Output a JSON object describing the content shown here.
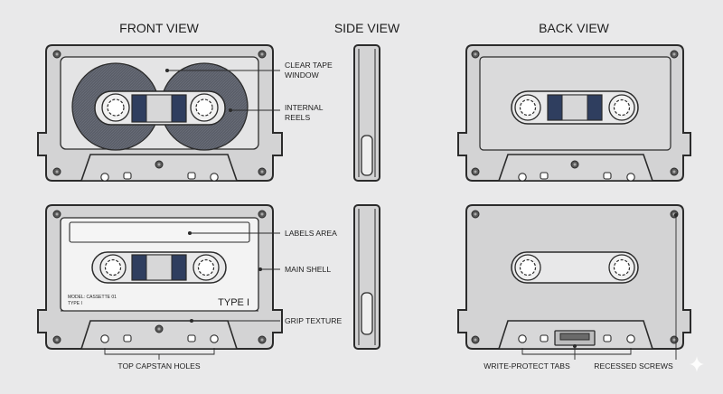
{
  "headings": {
    "front": "FRONT VIEW",
    "side": "SIDE VIEW",
    "back": "BACK VIEW"
  },
  "callouts": {
    "clear_tape_window": [
      "CLEAR TAPE",
      "WINDOW"
    ],
    "internal_reels": [
      "INTERNAL",
      "REELS"
    ],
    "labels_area": "LABELS AREA",
    "main_shell": "MAIN SHELL",
    "grip_texture": "GRIP TEXTURE",
    "top_capstan_holes": "TOP CAPSTAN HOLES",
    "write_protect_tabs": "WRITE-PROTECT TABS",
    "recessed_screws": "RECESSED SCREWS"
  },
  "label_card": {
    "model": "MODEL: CASSETTE 01",
    "type_small": "TYPE I",
    "type_large": "TYPE I"
  },
  "colors": {
    "background": "#e9e9ea",
    "shell": "#d3d3d4",
    "outline": "#2b2b2b",
    "tape": "#5a5e68",
    "window_blue": "#2f3e5f",
    "label": "#f3f3f3"
  }
}
